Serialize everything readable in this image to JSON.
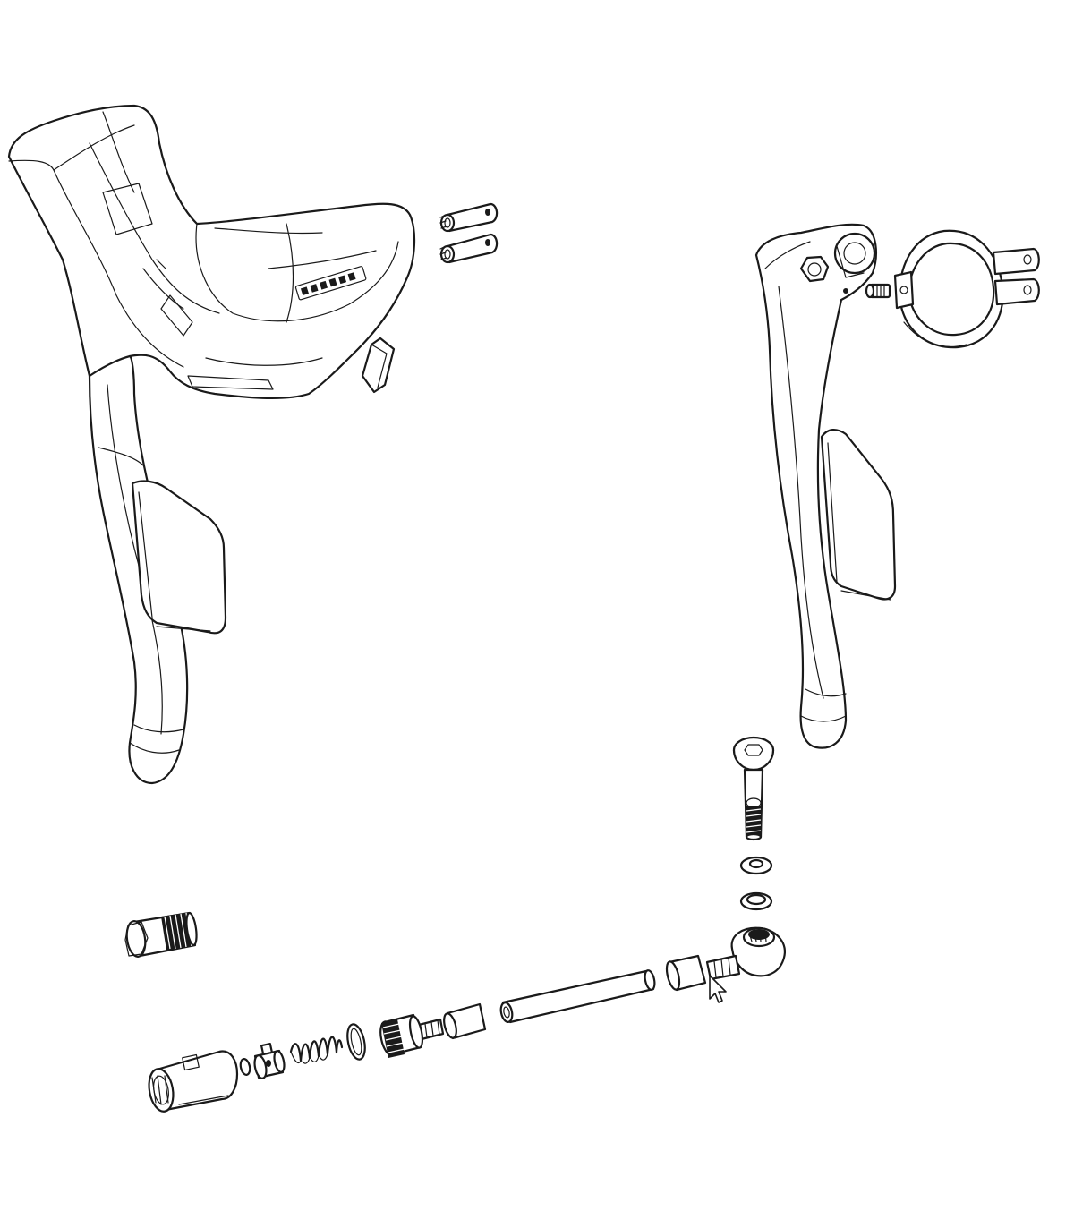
{
  "diagram": {
    "type": "exploded-parts-view",
    "colors": {
      "line": "#1a1a1a",
      "background": "#ffffff"
    },
    "parts": [
      {
        "id": "shifter-hood-body",
        "icon": "shifter-lever-icon"
      },
      {
        "id": "pivot-pins",
        "icon": "pin-icon",
        "count": 2
      },
      {
        "id": "brake-lever-blade",
        "icon": "lever-blade-icon"
      },
      {
        "id": "handlebar-clamp",
        "icon": "clamp-band-icon"
      },
      {
        "id": "clamp-bolt",
        "icon": "bolt-icon"
      },
      {
        "id": "banjo-bolt",
        "icon": "bolt-icon"
      },
      {
        "id": "washers",
        "icon": "washer-icon",
        "count": 2
      },
      {
        "id": "banjo-fitting",
        "icon": "banjo-icon"
      },
      {
        "id": "compression-sleeve",
        "icon": "sleeve-icon",
        "count": 2
      },
      {
        "id": "hose",
        "icon": "hose-icon"
      },
      {
        "id": "hose-barb",
        "icon": "barb-icon"
      },
      {
        "id": "o-ring",
        "icon": "o-ring-icon"
      },
      {
        "id": "spring",
        "icon": "spring-icon"
      },
      {
        "id": "piston",
        "icon": "piston-icon"
      },
      {
        "id": "bleed-port-adapter",
        "icon": "cylinder-icon"
      },
      {
        "id": "threaded-nut",
        "icon": "nut-icon"
      }
    ]
  }
}
